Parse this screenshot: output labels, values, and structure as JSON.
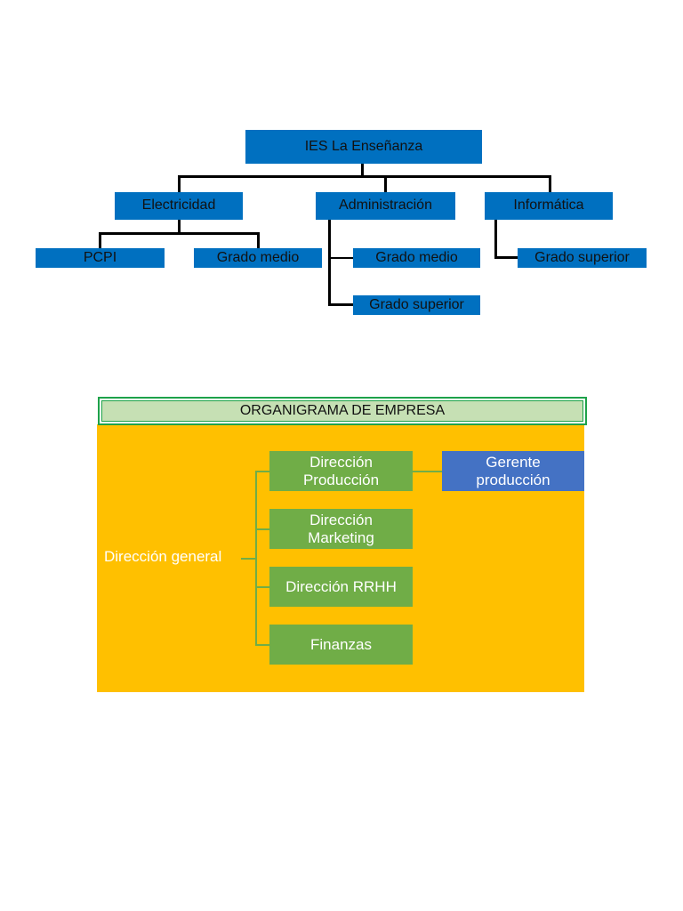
{
  "chart1": {
    "root": "IES La Enseñanza",
    "departments": [
      {
        "label": "Electricidad",
        "children": [
          "PCPI",
          "Grado medio"
        ]
      },
      {
        "label": "Administración",
        "children": [
          "Grado medio",
          "Grado superior"
        ]
      },
      {
        "label": "Informática",
        "children": [
          "Grado superior"
        ]
      }
    ]
  },
  "chart2": {
    "title": "ORGANIGRAMA DE EMPRESA",
    "root": "Dirección general",
    "branches": [
      {
        "label": "Dirección Producción",
        "children": [
          "Gerente producción"
        ]
      },
      {
        "label": "Dirección Marketing"
      },
      {
        "label": "Dirección RRHH"
      },
      {
        "label": "Finanzas"
      }
    ],
    "colors": {
      "box_blue": "#0070c0",
      "panel_yellow": "#ffc000",
      "box_green": "#70ad47",
      "box_gerente": "#4472c4",
      "title_green": "#c6e0b4"
    }
  }
}
